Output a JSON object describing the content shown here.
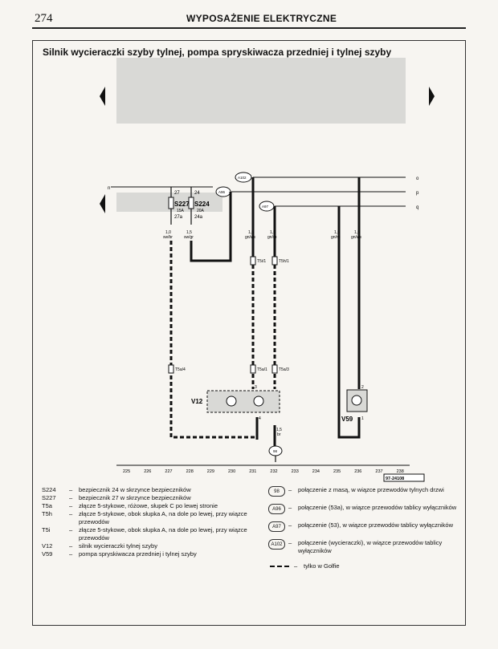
{
  "page": {
    "number": "274",
    "header": "WYPOSAŻENIE ELEKTRYCZNE"
  },
  "figure_title": "Silnik wycieraczki szyby tylnej, pompa spryskiwacza przedniej i tylnej szyby",
  "diagram": {
    "bus_labels": [
      "o",
      "p",
      "q",
      "n"
    ],
    "fuse_terminals": [
      "27",
      "24",
      "27a",
      "24a"
    ],
    "fuses": [
      {
        "id": "S227",
        "rating": "15A"
      },
      {
        "id": "S224",
        "rating": "20A"
      }
    ],
    "wire_labels": [
      {
        "gauge": "1,0",
        "color": "sw/br"
      },
      {
        "gauge": "1,5",
        "color": "sw/gr"
      },
      {
        "gauge": "1,5",
        "color": "gn/ws"
      },
      {
        "gauge": "1,5",
        "color": "gn/ro"
      },
      {
        "gauge": "1,5",
        "color": "gn/ro"
      },
      {
        "gauge": "1,5",
        "color": "gn/ws"
      }
    ],
    "connector_labels": [
      "T5i/1",
      "T5h/1",
      "T5a/4",
      "T5a/1",
      "T5a/3"
    ],
    "node_labels": [
      "A102",
      "A96",
      "A97",
      "98"
    ],
    "components": [
      "V12",
      "V59"
    ],
    "pin_labels": [
      "3",
      "4",
      "2",
      "1"
    ],
    "ground_wire": {
      "gauge": "1,5",
      "color": "br"
    },
    "scale": [
      "225",
      "226",
      "227",
      "228",
      "229",
      "230",
      "231",
      "232",
      "233",
      "234",
      "235",
      "236",
      "237",
      "238"
    ],
    "doc_id": "97-24108"
  },
  "legend_left": [
    {
      "code": "S224",
      "text": "bezpiecznik 24 w skrzynce bezpieczników"
    },
    {
      "code": "S227",
      "text": "bezpiecznik 27 w skrzynce bezpieczników"
    },
    {
      "code": "T5a",
      "text": "złącze 5-stykowe, różowe, słupek C po lewej stronie"
    },
    {
      "code": "T5h",
      "text": "złącze 5-stykowe, obok słupka A, na dole po lewej, przy wiązce przewodów"
    },
    {
      "code": "T5i",
      "text": "złącze 5-stykowe, obok słupka A, na dole po lewej, przy wiązce przewodów"
    },
    {
      "code": "V12",
      "text": "silnik wycieraczki tylnej szyby"
    },
    {
      "code": "V59",
      "text": "pompa spryskiwacza przedniej i tylnej szyby"
    }
  ],
  "legend_right": [
    {
      "badge": "98",
      "text": "połączenie z masą, w wiązce przewodów tylnych drzwi"
    },
    {
      "badge": "A96",
      "text": "połączenie (53a), w wiązce przewodów tablicy wyłączników"
    },
    {
      "badge": "A97",
      "text": "połączenie (53), w wiązce przewodów tablicy wyłączników"
    },
    {
      "badge": "A102",
      "text": "połączenie (wycieraczki), w wiązce przewodów tablicy wyłączników"
    },
    {
      "badge": "",
      "text": "tylko w Golfie"
    }
  ]
}
